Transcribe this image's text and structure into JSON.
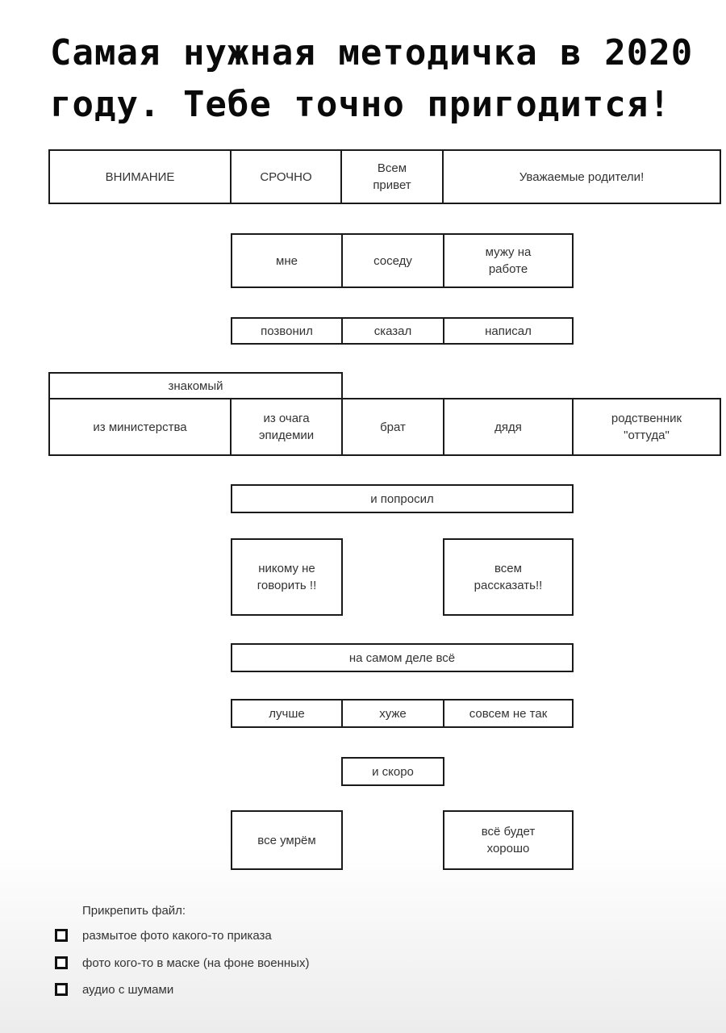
{
  "title": "Самая нужная методичка в 2020 году. Тебе точно пригодится!",
  "rows": {
    "greeting": [
      "ВНИМАНИЕ",
      "СРОЧНО",
      "Всем\nпривет",
      "Уважаемые родители!"
    ],
    "whom": [
      "мне",
      "соседу",
      "мужу на\nработе"
    ],
    "action": [
      "позвонил",
      "сказал",
      "написал"
    ],
    "acquaintance_header": "знакомый",
    "who": [
      "из министерства",
      "из очага\nэпидемии",
      "брат",
      "дядя",
      "родственник\n\"оттуда\""
    ],
    "asked": "и попросил",
    "request": [
      "никому не\nговорить !!",
      "всем\nрассказать!!"
    ],
    "truth": "на самом деле всё",
    "state": [
      "лучше",
      "хуже",
      "совсем не так"
    ],
    "soon": "и скоро",
    "outcome": [
      "все умрём",
      "всё будет\nхорошо"
    ]
  },
  "attach": {
    "label": "Прикрепить файл:",
    "options": [
      "размытое фото какого-то приказа",
      "фото кого-то в маске (на фоне военных)",
      "аудио с шумами"
    ]
  }
}
